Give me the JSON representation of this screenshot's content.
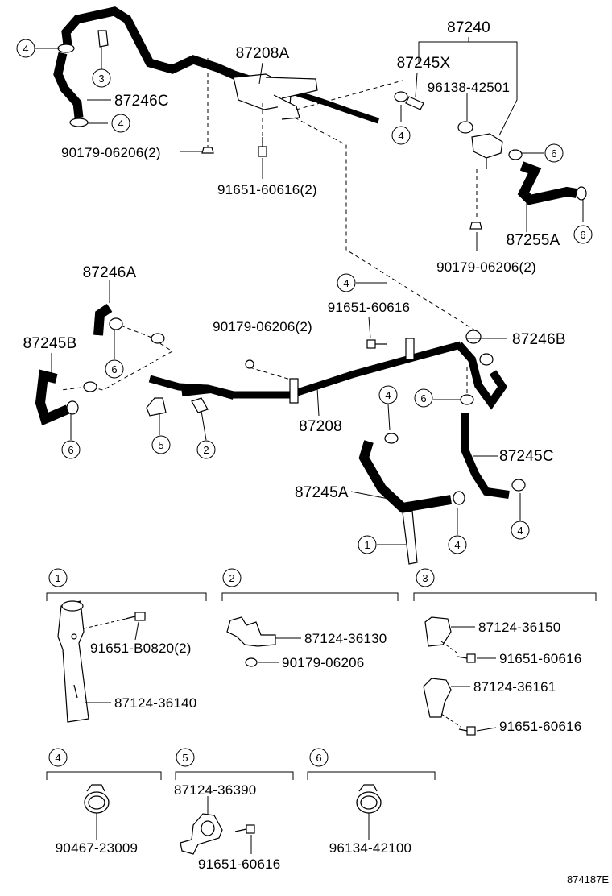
{
  "top": {
    "p87240": "87240",
    "p87208A": "87208A",
    "p87245X": "87245X",
    "p96138_42501": "96138-42501",
    "p87246C": "87246C",
    "p90179_06206_2_top": "90179-06206(2)",
    "p91651_60616_2": "91651-60616(2)",
    "p87255A": "87255A",
    "p90179_06206_2_right": "90179-06206(2)"
  },
  "middle": {
    "p87246A": "87246A",
    "p87245B": "87245B",
    "p91651_60616": "91651-60616",
    "p90179_06206_2": "90179-06206(2)",
    "p87246B": "87246B",
    "p87208": "87208",
    "p87245C": "87245C",
    "p87245A": "87245A"
  },
  "callouts": [
    "1",
    "2",
    "3",
    "4",
    "5",
    "6"
  ],
  "details": {
    "d1": {
      "num": "1",
      "a": "91651-B0820(2)",
      "b": "87124-36140"
    },
    "d2": {
      "num": "2",
      "a": "87124-36130",
      "b": "90179-06206"
    },
    "d3": {
      "num": "3",
      "a": "87124-36150",
      "b": "91651-60616",
      "c": "87124-36161",
      "d": "91651-60616"
    },
    "d4": {
      "num": "4",
      "a": "90467-23009"
    },
    "d5": {
      "num": "5",
      "a": "87124-36390",
      "b": "91651-60616"
    },
    "d6": {
      "num": "6",
      "a": "96134-42100"
    }
  },
  "reference": "874187E"
}
